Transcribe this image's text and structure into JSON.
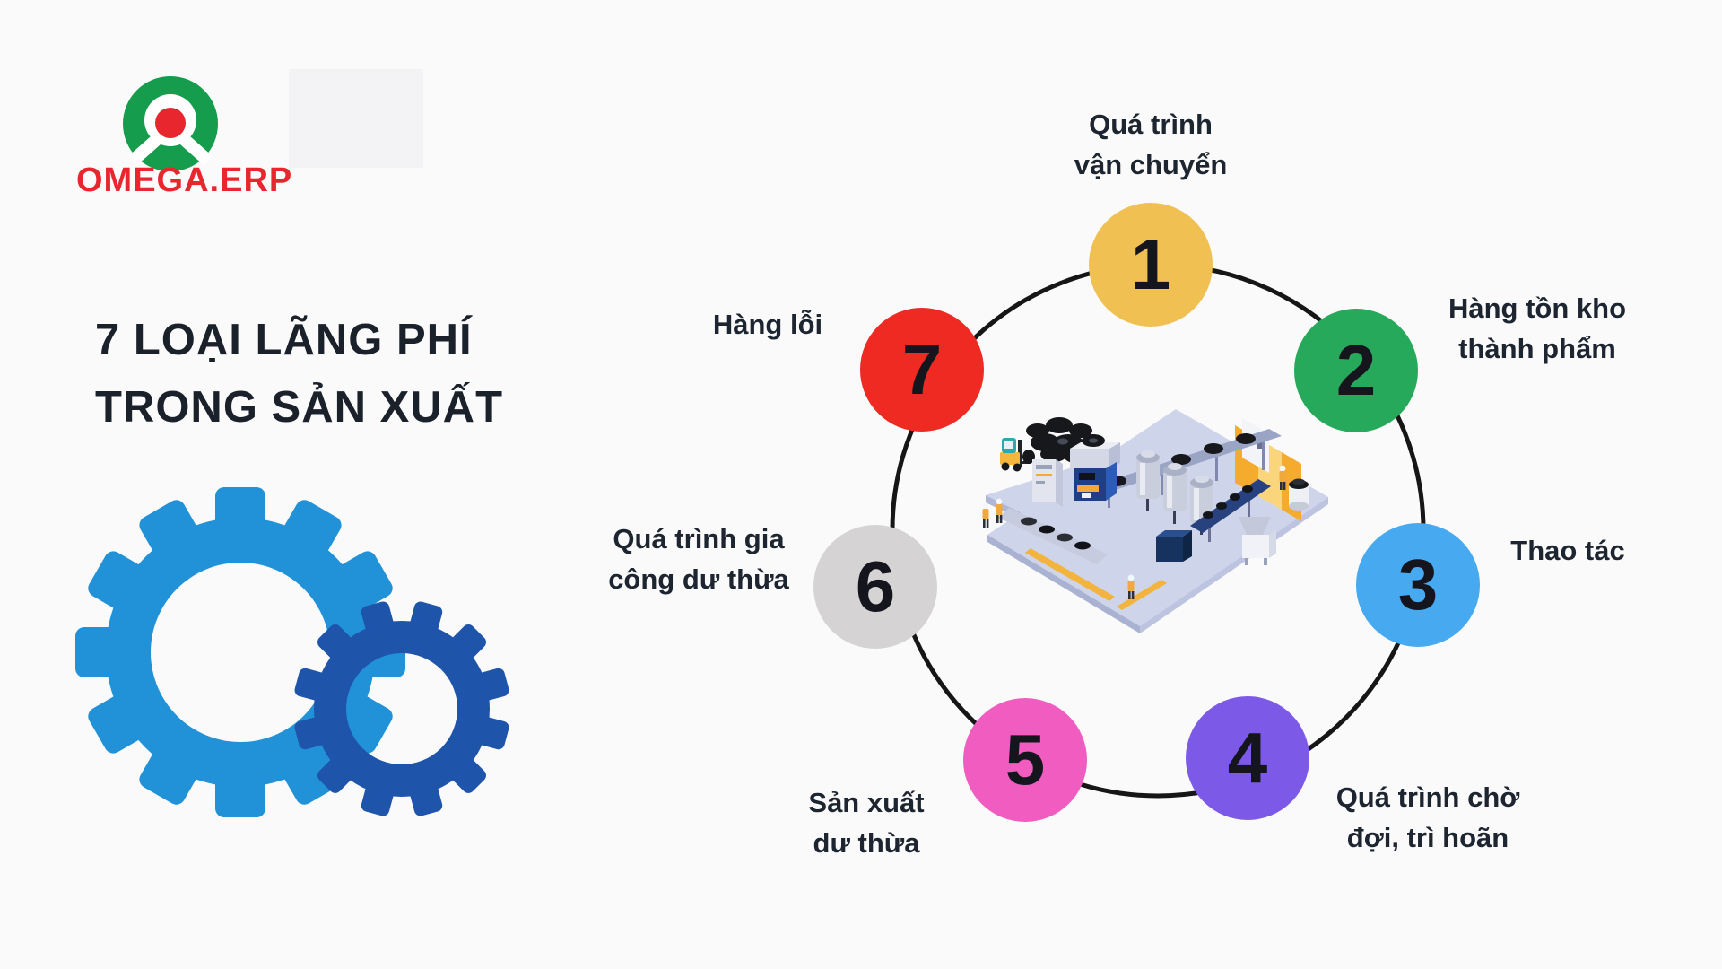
{
  "brand": {
    "name": "OMEGA.ERP",
    "logo_green": "#169c4d",
    "logo_red": "#e8262d"
  },
  "title": {
    "text": "7 LOẠI LÃNG PHÍ\nTRONG SẢN XUẤT",
    "color": "#1b212b"
  },
  "diagram": {
    "ring_color": "#161616",
    "center_illustration": "isometric-factory",
    "items": [
      {
        "number": "1",
        "label": "Quá trình\nvận chuyển",
        "color": "#f0c052"
      },
      {
        "number": "2",
        "label": "Hàng tồn kho\nthành phẩm",
        "color": "#27a95c"
      },
      {
        "number": "3",
        "label": "Thao tác",
        "color": "#47a9ef"
      },
      {
        "number": "4",
        "label": "Quá trình chờ\nđợi, trì hoãn",
        "color": "#7d59e8"
      },
      {
        "number": "5",
        "label": "Sản xuất\ndư thừa",
        "color": "#f15cc0"
      },
      {
        "number": "6",
        "label": "Quá trình gia\ncông dư thừa",
        "color": "#d5d3d3"
      },
      {
        "number": "7",
        "label": "Hàng lỗi",
        "color": "#ee2a23"
      }
    ]
  },
  "illustrations": {
    "gears_light_blue": "#2191d8",
    "gears_dark_blue": "#1e55ab"
  }
}
